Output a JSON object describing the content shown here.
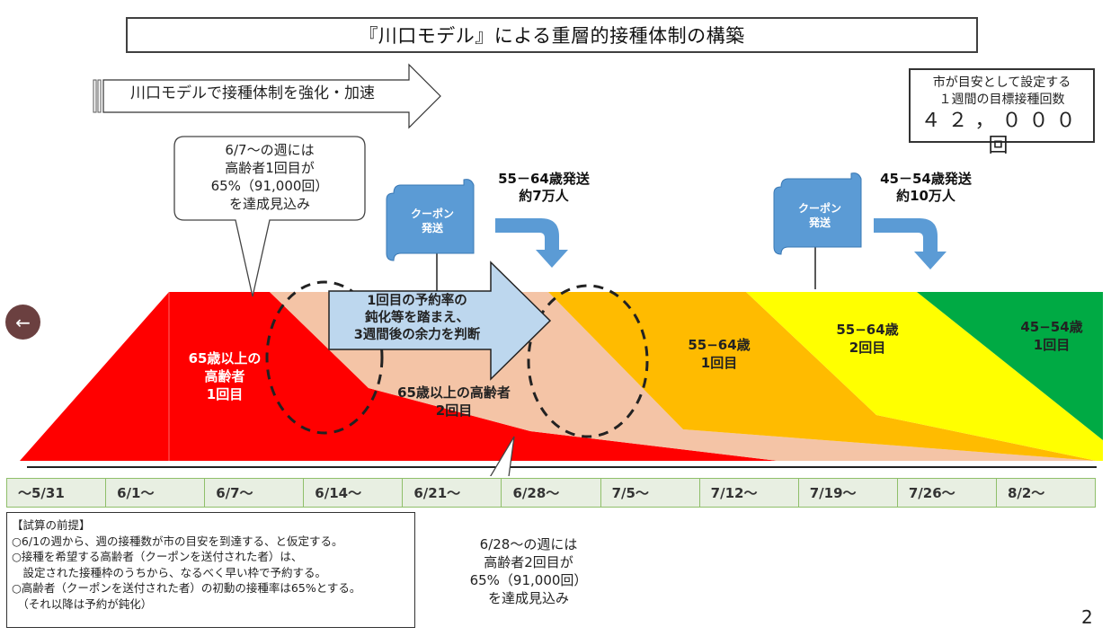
{
  "title": "『川口モデル』による重層的接種体制の構築",
  "strengthen_arrow": {
    "label": "川口モデルで接種体制を強化・加速"
  },
  "target_box": {
    "line1": "市が目安として設定する",
    "line2": "１週間の目標接種回数",
    "value": "４２，０００回"
  },
  "callout_top": {
    "lines": [
      "6/7〜の週には",
      "高齢者1回目が",
      "65%（91,000回）",
      "を達成見込み"
    ]
  },
  "callout_bottom": {
    "lines": [
      "6/28〜の週には",
      "高齢者2回目が",
      "65%（91,000回）",
      "を達成見込み"
    ]
  },
  "coupons": [
    {
      "flag_lines": [
        "クーポン",
        "発送"
      ],
      "send_lines": [
        "55－64歳発送",
        "約7万人"
      ]
    },
    {
      "flag_lines": [
        "クーポン",
        "発送"
      ],
      "send_lines": [
        "45－54歳発送",
        "約10万人"
      ]
    }
  ],
  "judge_arrow": {
    "lines": [
      "1回目の予約率の",
      "鈍化等を踏まえ、",
      "3週間後の余力を判断"
    ]
  },
  "bands": [
    {
      "name": "65歳以上の高齢者 1回目",
      "lines": [
        "65歳以上の",
        "高齢者",
        "1回目"
      ],
      "color": "#ff0000",
      "text_color": "#ffffff"
    },
    {
      "name": "65歳以上の高齢者 2回目",
      "lines": [
        "65歳以上の高齢者",
        "2回目"
      ],
      "color": "#f4c4a6",
      "text_color": "#222222"
    },
    {
      "name": "55-64歳 1回目",
      "lines": [
        "55−64歳",
        "1回目"
      ],
      "color": "#ffbb00",
      "text_color": "#222222"
    },
    {
      "name": "55-64歳 2回目",
      "lines": [
        "55−64歳",
        "2回目"
      ],
      "color": "#ffff00",
      "text_color": "#222222"
    },
    {
      "name": "45-54歳 1回目",
      "lines": [
        "45−54歳",
        "1回目"
      ],
      "color": "#00aa44",
      "text_color": "#222222"
    }
  ],
  "timeline": [
    "〜5/31",
    "6/1〜",
    "6/7〜",
    "6/14〜",
    "6/21〜",
    "6/28〜",
    "7/5〜",
    "7/12〜",
    "7/19〜",
    "7/26〜",
    "8/2〜"
  ],
  "notes": {
    "heading": "【試算の前提】",
    "items": [
      "○6/1の週から、週の接種数が市の目安を到達する、と仮定する。",
      "○接種を希望する高齢者（クーポンを送付された者）は、",
      "　設定された接種枠のうちから、なるべく早い枠で予約する。",
      "○高齢者（クーポンを送付された者）の初動の接種率は65%とする。",
      "　（それ以降は予約が鈍化）"
    ]
  },
  "back_button": {
    "icon": "arrow-left-icon",
    "glyph": "←"
  },
  "page_number": "2",
  "colors": {
    "red": "#ff0000",
    "peach": "#f4c4a6",
    "orange": "#ffbb00",
    "yellow": "#ffff00",
    "green": "#00aa44",
    "coupon_blue": "#5b9bd5",
    "judge_arrow_fill": "#bdd7ee",
    "timeline_bg": "#e8efe2",
    "timeline_border": "#8fbf6a"
  }
}
